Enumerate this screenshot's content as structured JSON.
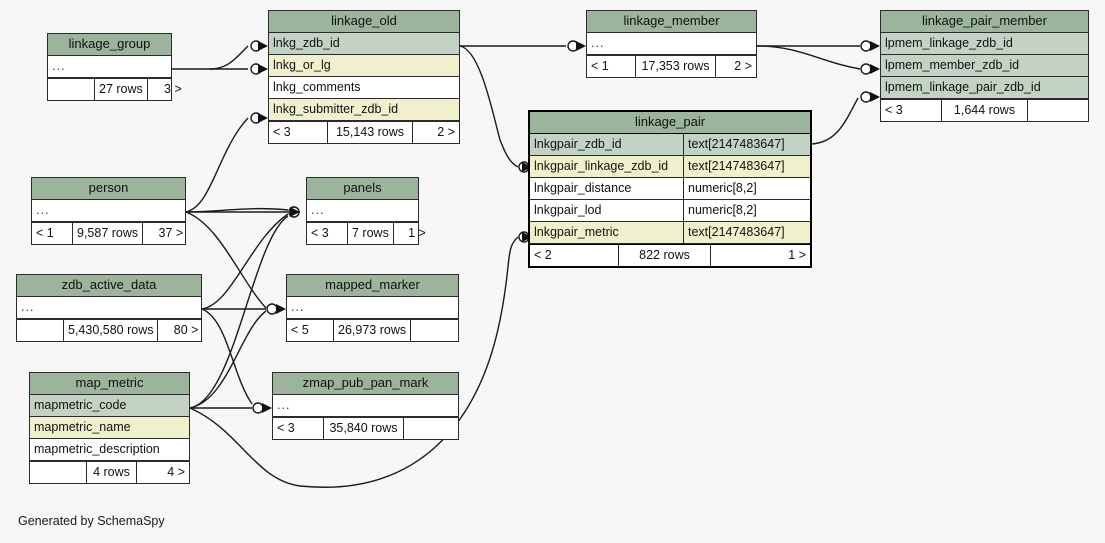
{
  "diagram": {
    "generator_note": "Generated by SchemaSpy",
    "colors": {
      "background": "#f7f7f7",
      "header": "#9cb49c",
      "primary_key_row": "#c3d3c3",
      "indexed_row": "#f0f0cd",
      "plain_row": "#ffffff",
      "border": "#2b2b2b"
    }
  },
  "tables": {
    "linkage_group": {
      "title": "linkage_group",
      "rows": [
        {
          "name": "...",
          "type": ""
        }
      ],
      "footer": {
        "left": "",
        "mid": "27 rows",
        "right": "3 >"
      }
    },
    "linkage_old": {
      "title": "linkage_old",
      "rows": [
        {
          "name": "lnkg_zdb_id",
          "type": ""
        },
        {
          "name": "lnkg_or_lg",
          "type": ""
        },
        {
          "name": "lnkg_comments",
          "type": ""
        },
        {
          "name": "lnkg_submitter_zdb_id",
          "type": ""
        }
      ],
      "footer": {
        "left": "< 3",
        "mid": "15,143 rows",
        "right": "2 >"
      }
    },
    "linkage_member": {
      "title": "linkage_member",
      "rows": [
        {
          "name": "...",
          "type": ""
        }
      ],
      "footer": {
        "left": "< 1",
        "mid": "17,353 rows",
        "right": "2 >"
      }
    },
    "linkage_pair_member": {
      "title": "linkage_pair_member",
      "rows": [
        {
          "name": "lpmem_linkage_zdb_id",
          "type": ""
        },
        {
          "name": "lpmem_member_zdb_id",
          "type": ""
        },
        {
          "name": "lpmem_linkage_pair_zdb_id",
          "type": ""
        }
      ],
      "footer": {
        "left": "< 3",
        "mid": "1,644 rows",
        "right": ""
      }
    },
    "linkage_pair": {
      "title": "linkage_pair",
      "rows": [
        {
          "name": "lnkgpair_zdb_id",
          "type": "text[2147483647]"
        },
        {
          "name": "lnkgpair_linkage_zdb_id",
          "type": "text[2147483647]"
        },
        {
          "name": "lnkgpair_distance",
          "type": "numeric[8,2]"
        },
        {
          "name": "lnkgpair_lod",
          "type": "numeric[8,2]"
        },
        {
          "name": "lnkgpair_metric",
          "type": "text[2147483647]"
        }
      ],
      "footer": {
        "left": "< 2",
        "mid": "822 rows",
        "right": "1 >"
      }
    },
    "person": {
      "title": "person",
      "rows": [
        {
          "name": "...",
          "type": ""
        }
      ],
      "footer": {
        "left": "< 1",
        "mid": "9,587 rows",
        "right": "37 >"
      }
    },
    "panels": {
      "title": "panels",
      "rows": [
        {
          "name": "...",
          "type": ""
        }
      ],
      "footer": {
        "left": "< 3",
        "mid": "7 rows",
        "right": "1 >"
      }
    },
    "zdb_active_data": {
      "title": "zdb_active_data",
      "rows": [
        {
          "name": "...",
          "type": ""
        }
      ],
      "footer": {
        "left": "",
        "mid": "5,430,580 rows",
        "right": "80 >"
      }
    },
    "mapped_marker": {
      "title": "mapped_marker",
      "rows": [
        {
          "name": "...",
          "type": ""
        }
      ],
      "footer": {
        "left": "< 5",
        "mid": "26,973 rows",
        "right": ""
      }
    },
    "map_metric": {
      "title": "map_metric",
      "rows": [
        {
          "name": "mapmetric_code",
          "type": ""
        },
        {
          "name": "mapmetric_name",
          "type": ""
        },
        {
          "name": "mapmetric_description",
          "type": ""
        }
      ],
      "footer": {
        "left": "",
        "mid": "4 rows",
        "right": "4 >"
      }
    },
    "zmap_pub_pan_mark": {
      "title": "zmap_pub_pan_mark",
      "rows": [
        {
          "name": "...",
          "type": ""
        }
      ],
      "footer": {
        "left": "< 3",
        "mid": "35,840 rows",
        "right": ""
      }
    }
  }
}
